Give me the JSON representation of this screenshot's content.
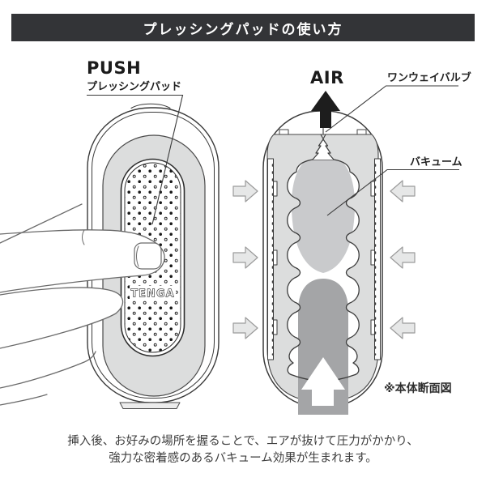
{
  "header": {
    "title": "プレッシングパッドの使い方"
  },
  "left_figure": {
    "action_label": "PUSH",
    "part_label": "プレッシングパッド",
    "brand_logo": "TENGA"
  },
  "right_figure": {
    "air_label": "AIR",
    "valve_label": "ワンウェイバルブ",
    "vacuum_label": "バキューム",
    "note": "※本体断面図"
  },
  "caption": {
    "line1": "挿入後、お好みの場所を握ることで、エアが抜けて圧力がかかり、",
    "line2": "強力な密着感のあるバキューム効果が生まれます。"
  },
  "icons": {
    "air_arrow": "up-arrow",
    "insert_arrow": "up-arrow",
    "suction_arrows": "inward-block-arrows"
  },
  "colors": {
    "header_bg": "#333437",
    "header_fg": "#ffffff",
    "outline": "#3a3a3a",
    "panel_gray": "#dcdddd",
    "vacuum_gray": "#c9cacc",
    "insert_gray": "#a4a5a7",
    "block_arrow_fill": "#e6e7e7",
    "block_arrow_stroke": "#9b9b9b",
    "black_arrow": "#1d1d1d"
  }
}
